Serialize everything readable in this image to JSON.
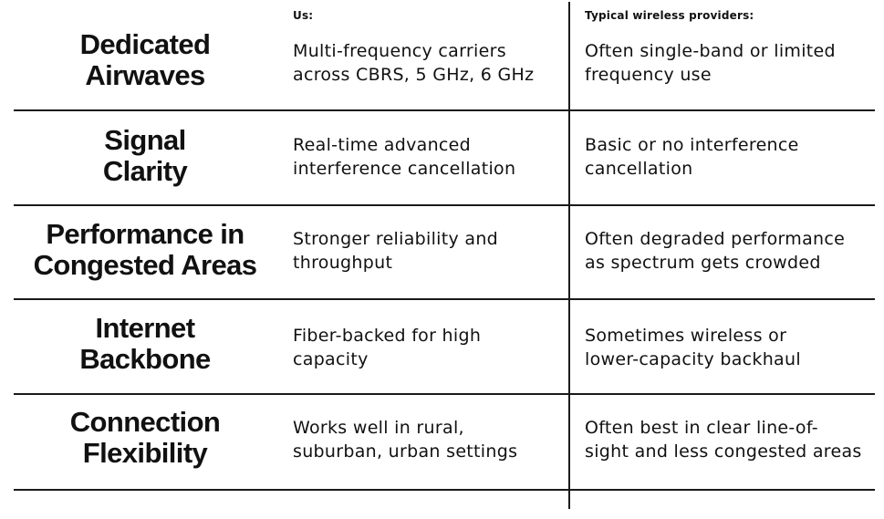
{
  "headers": {
    "us": "Us:",
    "typical": "Typical wireless providers:"
  },
  "rows": [
    {
      "title": "Dedicated\nAirwaves",
      "us": "Multi-frequency carriers\nacross CBRS, 5 GHz, 6 GHz",
      "typical": "Often single-band or limited\nfrequency use"
    },
    {
      "title": "Signal\nClarity",
      "us": "Real-time advanced\ninterference cancellation",
      "typical": "Basic or no interference\ncancellation"
    },
    {
      "title": "Performance in\nCongested Areas",
      "us": "Stronger reliability and\nthroughput",
      "typical": "Often degraded performance\nas spectrum gets crowded"
    },
    {
      "title": "Internet\nBackbone",
      "us": "Fiber-backed for high\ncapacity",
      "typical": "Sometimes wireless or\nlower-capacity backhaul"
    },
    {
      "title": "Connection\nFlexibility",
      "us": "Works well in rural,\nsuburban, urban settings",
      "typical": "Often best in clear line-of-\nsight and less congested areas"
    }
  ]
}
